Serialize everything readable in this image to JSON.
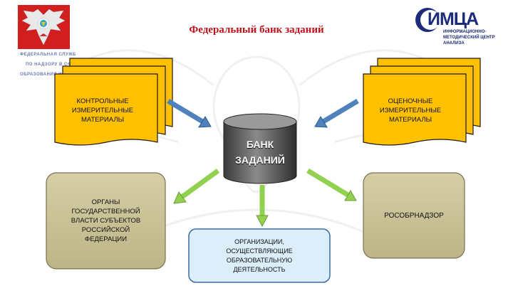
{
  "header": {
    "title": "Федеральный банк заданий",
    "agency_lines": [
      "ФЕДЕРАЛЬНАЯ СЛУЖБ",
      "ПО НАДЗОРУ В СФ",
      "ОБРАЗОВАНИЯ И"
    ],
    "imca_logo": {
      "word": "ИМЦА",
      "lines": [
        "ИНФОРМАЦИОННО-",
        "МЕТОДИЧЕСКИЙ ЦЕНТР",
        "АНАЛИЗА"
      ]
    }
  },
  "diagram": {
    "center": {
      "label_line1": "БАНК",
      "label_line2": "ЗАДАНИЙ",
      "color": "#666666"
    },
    "inputs": [
      {
        "id": "kim",
        "lines": [
          "КОНТРОЛЬНЫЕ",
          "ИЗМЕРИТЕЛЬНЫЕ",
          "МАТЕРИАЛЫ"
        ],
        "color": "#ffc000"
      },
      {
        "id": "om",
        "lines": [
          "ОЦЕНОЧНЫЕ",
          "ИЗМЕРИТЕЛЬНЫЕ",
          "МАТЕРИАЛЫ"
        ],
        "color": "#ffc000"
      }
    ],
    "outputs": [
      {
        "id": "regions",
        "lines": [
          "ОРГАНЫ",
          "ГОСУДАРСТВЕННОЙ",
          "ВЛАСТИ СУБЪЕКТОВ",
          "РОССИЙСКОЙ",
          "ФЕДЕРАЦИИ"
        ],
        "color": "#c8bf94"
      },
      {
        "id": "orgs",
        "lines": [
          "ОРГАНИЗАЦИИ,",
          "ОСУЩЕСТВЛЯЮЩИЕ",
          "ОБРАЗОВАТЕЛЬНУЮ",
          "ДЕЯТЕЛЬНОСТЬ"
        ],
        "color": "#dbeefa"
      },
      {
        "id": "rosobr",
        "lines": [
          "РОСОБРНАДЗОР"
        ],
        "color": "#c8bf94"
      }
    ],
    "arrow_in_color": "#4f81bd",
    "arrow_out_color": "#92d050"
  }
}
